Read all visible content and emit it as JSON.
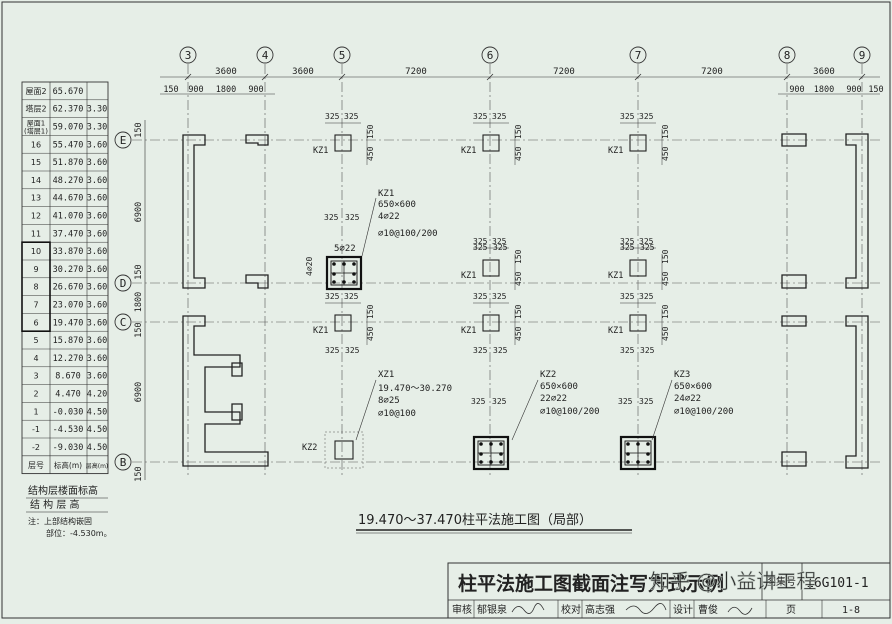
{
  "grid_axes": [
    "3",
    "4",
    "5",
    "6",
    "7",
    "8",
    "9"
  ],
  "row_axes": [
    "E",
    "D",
    "C",
    "B"
  ],
  "top_dims": [
    "3600",
    "3600",
    "7200",
    "7200",
    "7200",
    "3600"
  ],
  "sub_dims_left": [
    "150",
    "900",
    "1800",
    "900"
  ],
  "sub_dims_right": [
    "900",
    "1800",
    "900",
    "150"
  ],
  "left_dims": [
    "150",
    "6900",
    "150",
    "1800",
    "150",
    "6900",
    "150"
  ],
  "floor_table": {
    "rows": [
      {
        "floor": "屋面2",
        "elev": "65.670",
        "height": ""
      },
      {
        "floor": "塔层2",
        "elev": "62.370",
        "height": "3.30"
      },
      {
        "floor": "屋面1\n(塔层1)",
        "elev": "59.070",
        "height": "3.30"
      },
      {
        "floor": "16",
        "elev": "55.470",
        "height": "3.60"
      },
      {
        "floor": "15",
        "elev": "51.870",
        "height": "3.60"
      },
      {
        "floor": "14",
        "elev": "48.270",
        "height": "3.60"
      },
      {
        "floor": "13",
        "elev": "44.670",
        "height": "3.60"
      },
      {
        "floor": "12",
        "elev": "41.070",
        "height": "3.60"
      },
      {
        "floor": "11",
        "elev": "37.470",
        "height": "3.60"
      },
      {
        "floor": "10",
        "elev": "33.870",
        "height": "3.60"
      },
      {
        "floor": "9",
        "elev": "30.270",
        "height": "3.60"
      },
      {
        "floor": "8",
        "elev": "26.670",
        "height": "3.60"
      },
      {
        "floor": "7",
        "elev": "23.070",
        "height": "3.60"
      },
      {
        "floor": "6",
        "elev": "19.470",
        "height": "3.60"
      },
      {
        "floor": "5",
        "elev": "15.870",
        "height": "3.60"
      },
      {
        "floor": "4",
        "elev": "12.270",
        "height": "3.60"
      },
      {
        "floor": "3",
        "elev": "8.670",
        "height": "3.60"
      },
      {
        "floor": "2",
        "elev": "4.470",
        "height": "4.20"
      },
      {
        "floor": "1",
        "elev": "-0.030",
        "height": "4.50"
      },
      {
        "floor": "-1",
        "elev": "-4.530",
        "height": "4.50"
      },
      {
        "floor": "-2",
        "elev": "-9.030",
        "height": "4.50"
      }
    ],
    "header": {
      "floor": "层号",
      "elev": "标高(m)",
      "height": "层高(m)"
    },
    "caption1": "结构层楼面标高",
    "caption2": "结 构 层 高",
    "note1": "注：上部结构嵌固",
    "note2": "部位：-4.530m。"
  },
  "column_labels": {
    "kz1": "KZ1",
    "kz2": "KZ2",
    "dim325": "325",
    "dim150": "150",
    "dim450": "450"
  },
  "callouts": {
    "kz1_detail": [
      "KZ1",
      "650×600",
      "4⌀22",
      "⌀10@100/200"
    ],
    "kz1_side": "5⌀22",
    "kz1_left": "4⌀20",
    "xz1": [
      "XZ1",
      "19.470～30.270",
      "8⌀25",
      "⌀10@100"
    ],
    "kz2": [
      "KZ2",
      "650×600",
      "22⌀22",
      "⌀10@100/200"
    ],
    "kz3": [
      "KZ3",
      "650×600",
      "24⌀22",
      "⌀10@100/200"
    ]
  },
  "drawing_title": "19.470～37.470柱平法施工图（局部）",
  "title_block": {
    "main": "柱平法施工图截面注写方式示例",
    "atlas_label": "图集号",
    "atlas_no": "16G101-1",
    "watermark": "知乎 @小益讲工程",
    "review": "审核",
    "reviewer": "郁银泉",
    "check": "校对",
    "checker": "高志强",
    "design": "设计",
    "designer": "曹俊",
    "page": "页",
    "page_no": "1-8"
  },
  "colors": {
    "bg": "#e6eee7",
    "ink": "#1f2121",
    "axis": "#3a3a3a"
  }
}
